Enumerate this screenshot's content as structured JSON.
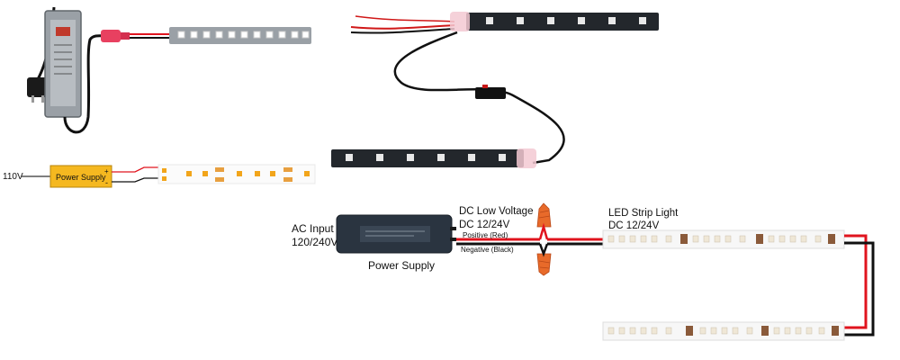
{
  "left_diagram": {
    "voltage_label": "110V",
    "power_supply_label": "Power Supply",
    "terminal_positive": "+",
    "terminal_negative": "-"
  },
  "main_diagram": {
    "ac_input_line1": "AC Input",
    "ac_input_line2": "120/240V",
    "power_supply_caption": "Power Supply",
    "dc_label_line1": "DC Low Voltage",
    "dc_label_line2": "DC 12/24V",
    "positive_wire_label": "Positive (Red)",
    "negative_wire_label": "Negative (Black)",
    "strip_label_line1": "LED Strip Light",
    "strip_label_line2": "DC 12/24V"
  },
  "colors": {
    "wire_red": "#e0141e",
    "wire_black": "#111111",
    "power_supply_yellow": "#f5b820",
    "led_amber": "#f2a51a",
    "connector_orange": "#e86a2a",
    "strip_dark": "#23272c"
  }
}
